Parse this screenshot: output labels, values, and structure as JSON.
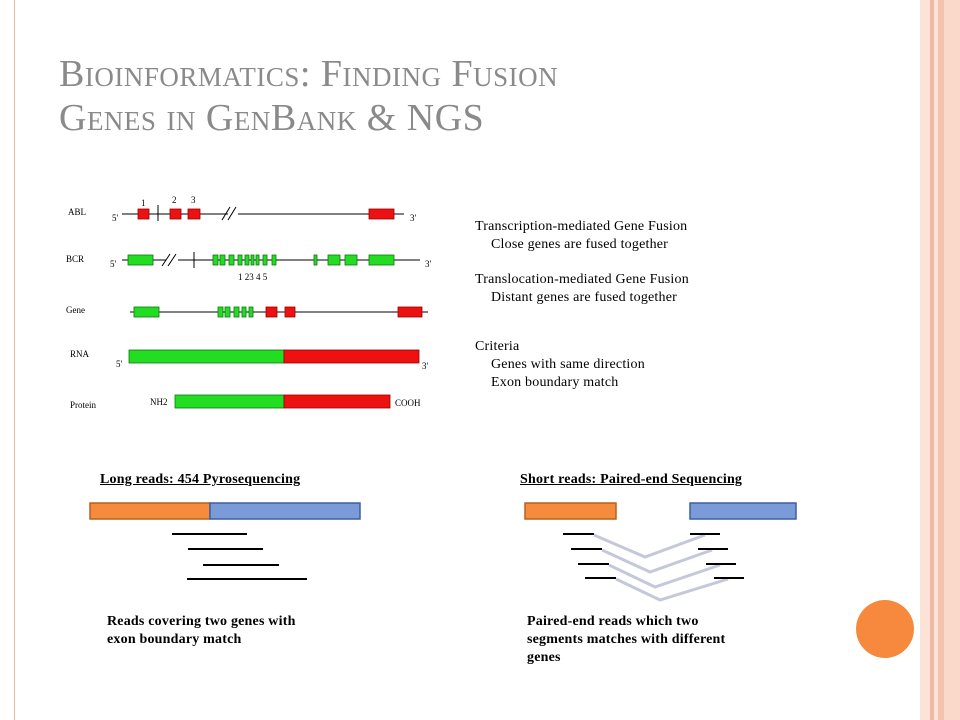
{
  "title": {
    "line1": "Bioinformatics: Finding Fusion",
    "line2": "Genes in GenBank & NGS"
  },
  "diagram": {
    "row_labels": {
      "abl": "ABL",
      "bcr": "BCR",
      "gene": "Gene",
      "rna": "RNA",
      "protein": "Protein"
    },
    "end_labels": {
      "five_prime": "5'",
      "three_prime": "3'",
      "nh2": "NH2",
      "cooh": "COOH"
    },
    "abl_exon_numbers": [
      "1",
      "2",
      "3"
    ],
    "bcr_exon_numbers": "1 23 4 5",
    "colors": {
      "green": "#22dd22",
      "red": "#ee1111"
    }
  },
  "fusion_types": {
    "transcription_title": "Transcription-mediated Gene Fusion",
    "transcription_desc": "Close genes are fused together",
    "translocation_title": "Translocation-mediated Gene Fusion",
    "translocation_desc": "Distant genes are fused together",
    "criteria_title": "Criteria",
    "criteria_items": [
      "Genes with same direction",
      "Exon boundary match"
    ]
  },
  "long_reads": {
    "heading": "Long reads: 454 Pyrosequencing",
    "caption_line1": "Reads covering two genes with",
    "caption_line2": "exon boundary match"
  },
  "short_reads": {
    "heading": "Short reads: Paired-end Sequencing",
    "caption_line1": "Paired-end reads which two",
    "caption_line2": "segments matches with different",
    "caption_line3": "genes"
  },
  "colors": {
    "orange": "#f58b3d",
    "blue": "#7b9ad8",
    "accent": "#f7893f"
  }
}
